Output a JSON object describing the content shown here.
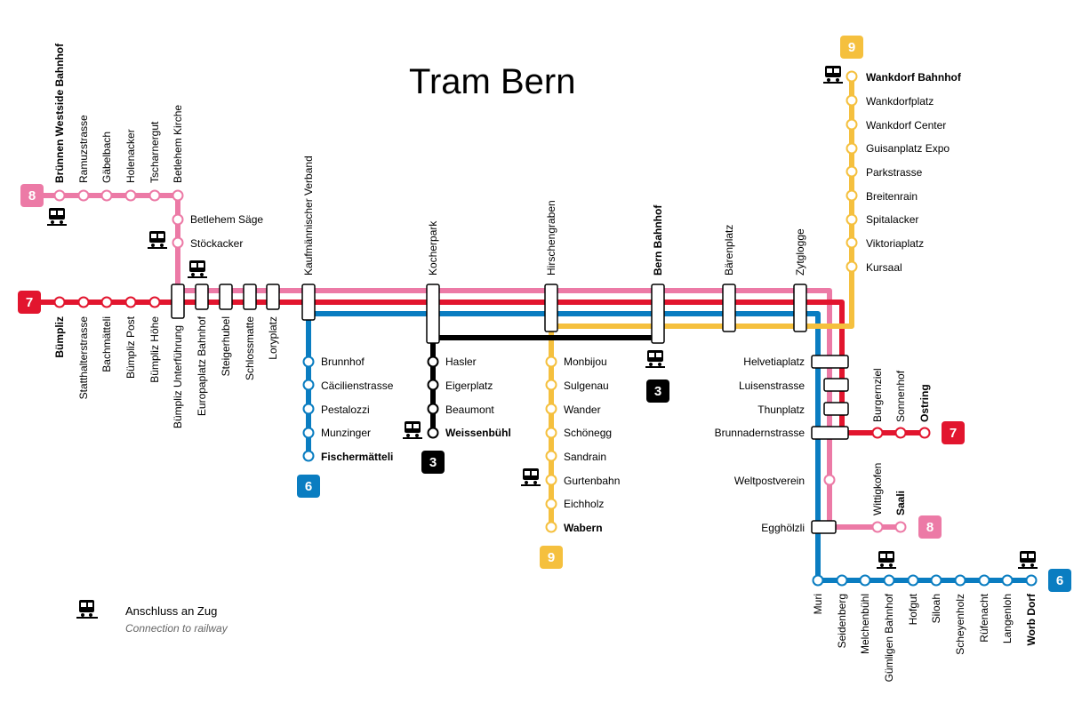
{
  "title": "Tram Bern",
  "legend": {
    "icon": "train-icon",
    "label_de": "Anschluss an Zug",
    "label_en": "Connection to railway"
  },
  "colors": {
    "line3": "#000000",
    "line6": "#0a7dc1",
    "line7": "#e2152e",
    "line8": "#ec7aa6",
    "line9": "#f5c03e"
  },
  "line_numbers": {
    "l3": "3",
    "l6": "6",
    "l7": "7",
    "l8": "8",
    "l9": "9"
  },
  "stations": {
    "s1": "Brünnen Westside Bahnhof",
    "s2": "Ramuzstrasse",
    "s3": "Gäbelbach",
    "s4": "Holenacker",
    "s5": "Tscharnergut",
    "s6": "Betlehem Kirche",
    "s7": "Betlehem Säge",
    "s8": "Stöckacker",
    "s9": "Bümpliz",
    "s10": "Statthalterstrasse",
    "s11": "Bachmätteli",
    "s12": "Bümpliz Post",
    "s13": "Bümpliz Höhe",
    "s14": "Bümpliz Unterführung",
    "s15": "Europaplatz Bahnhof",
    "s16": "Steigerhubel",
    "s17": "Schlossmatte",
    "s18": "Loryplatz",
    "s19": "Kaufmännischer Verband",
    "s20": "Brunnhof",
    "s21": "Cäcilienstrasse",
    "s22": "Pestalozzi",
    "s23": "Munzinger",
    "s24": "Fischermätteli",
    "s25": "Kocherpark",
    "s26": "Hasler",
    "s27": "Eigerplatz",
    "s28": "Beaumont",
    "s29": "Weissenbühl",
    "s30": "Hirschengraben",
    "s31": "Monbijou",
    "s32": "Sulgenau",
    "s33": "Wander",
    "s34": "Schönegg",
    "s35": "Sandrain",
    "s36": "Gurtenbahn",
    "s37": "Eichholz",
    "s38": "Wabern",
    "s39": "Bern Bahnhof",
    "s40": "Bärenplatz",
    "s41": "Zytglogge",
    "s42": "Wankdorf Bahnhof",
    "s43": "Wankdorfplatz",
    "s44": "Wankdorf Center",
    "s45": "Guisanplatz Expo",
    "s46": "Parkstrasse",
    "s47": "Breitenrain",
    "s48": "Spitalacker",
    "s49": "Viktoriaplatz",
    "s50": "Kursaal",
    "s51": "Helvetiaplatz",
    "s52": "Luisenstrasse",
    "s53": "Thunplatz",
    "s54": "Brunnadernstrasse",
    "s55": "Burgernziel",
    "s56": "Sonnenhof",
    "s57": "Ostring",
    "s58": "Weltpostverein",
    "s59": "Wittigkofen",
    "s60": "Saali",
    "s61": "Egghölzli",
    "s62": "Muri",
    "s63": "Seidenberg",
    "s64": "Melchenbühl",
    "s65": "Gümligen Bahnhof",
    "s66": "Hofgut",
    "s67": "Siloah",
    "s68": "Scheyenholz",
    "s69": "Rüfenacht",
    "s70": "Langenloh",
    "s71": "Worb Dorf"
  }
}
